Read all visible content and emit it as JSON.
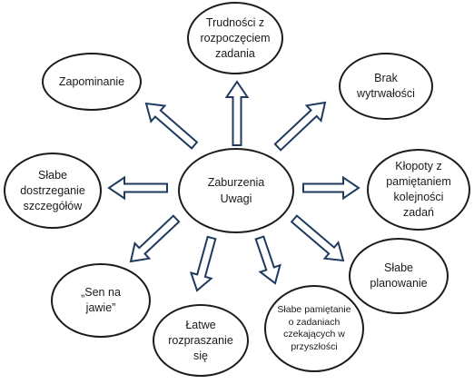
{
  "diagram": {
    "center": {
      "label": "Zaburzenia\nUwagi"
    },
    "nodes": [
      {
        "id": "trudnosci",
        "label": "Trudności z\nrozpoczęciem\nzadania"
      },
      {
        "id": "brak",
        "label": "Brak\nwytrwałości"
      },
      {
        "id": "klopoty",
        "label": "Kłopoty z\npamiętaniem\nkolejności\nzadań"
      },
      {
        "id": "slabe-planowanie",
        "label": "Słabe\nplanowanie"
      },
      {
        "id": "slabe-pamietanie",
        "label": "Słabe pamiętanie\no zadaniach\nczekających w\nprzyszłości"
      },
      {
        "id": "latwe",
        "label": "Łatwe\nrozpraszanie\nsię"
      },
      {
        "id": "sen",
        "label": "„Sen na\njawie”"
      },
      {
        "id": "slabe-dostrzeganie",
        "label": "Słabe\ndostrzeganie\nszczegółów"
      },
      {
        "id": "zapominanie",
        "label": "Zapominanie"
      }
    ],
    "colors": {
      "stroke": "#1c1c1c",
      "arrow_outline": "#1f3a5f",
      "arrow_fill": "#ffffff",
      "background": "#ffffff"
    }
  }
}
